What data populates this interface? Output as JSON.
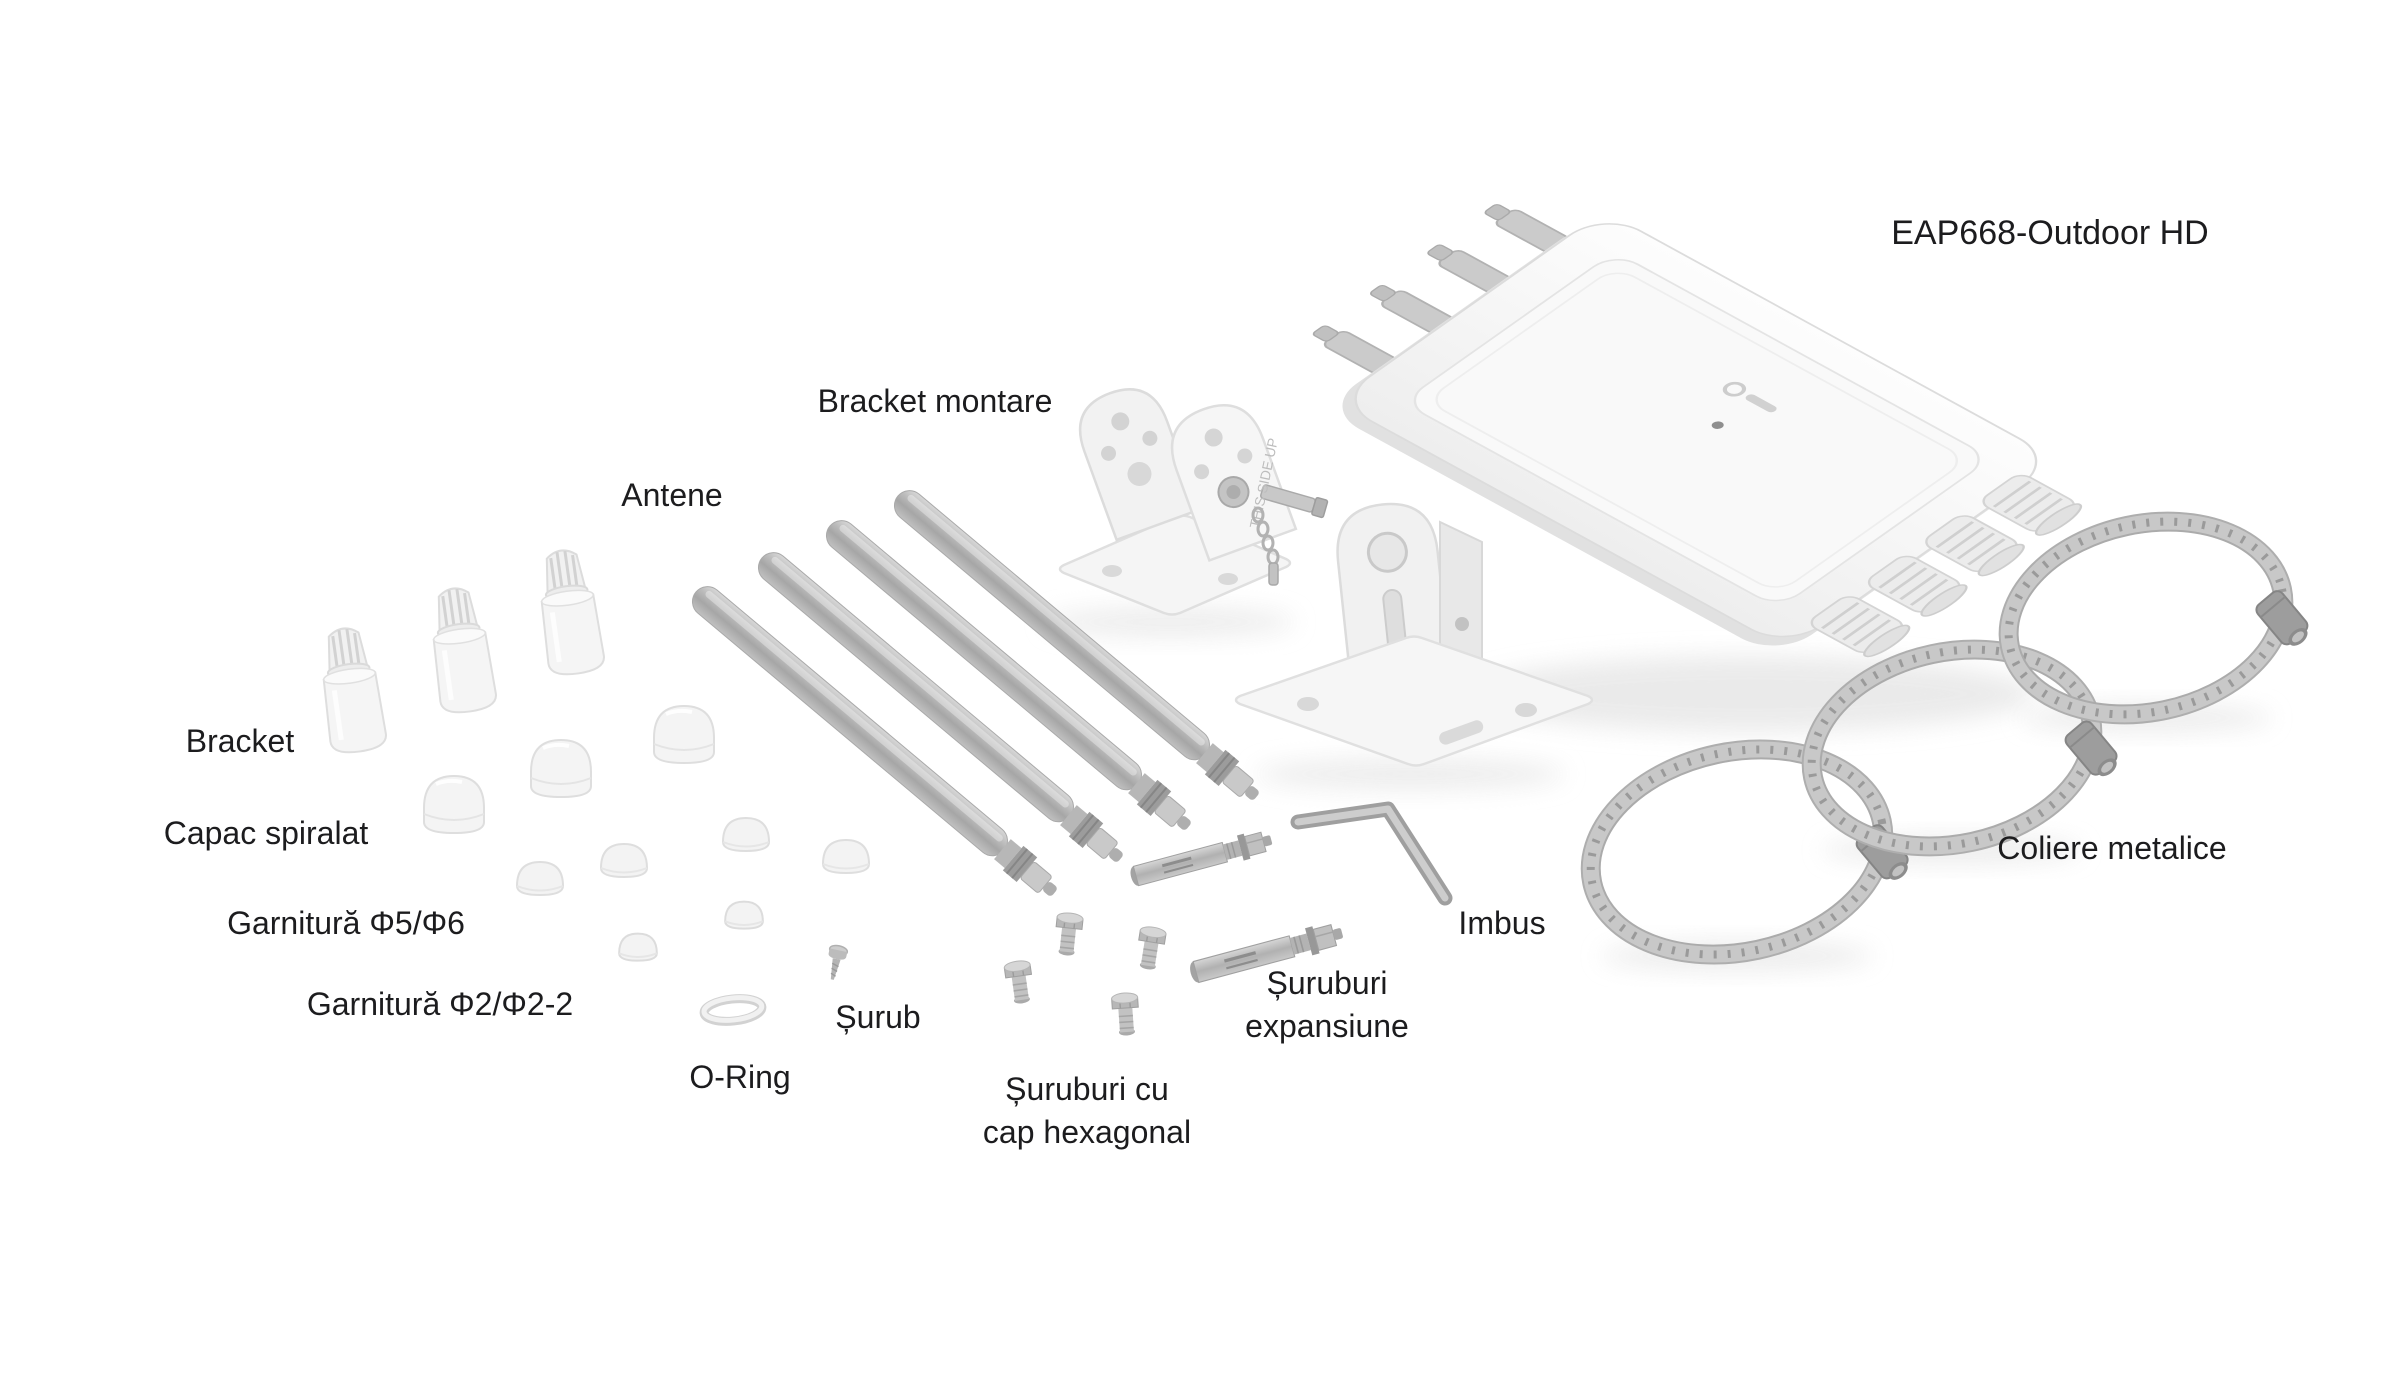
{
  "colors": {
    "background": "#ffffff",
    "label_text": "#1c1c1e",
    "plastic_white": "#f4f4f4",
    "metal_gray": "#b5b5b5"
  },
  "device": {
    "title": "EAP668-Outdoor HD",
    "engraving": "THIS SIDE UP"
  },
  "labels": {
    "bracket_montare": "Bracket montare",
    "antene": "Antene",
    "bracket": "Bracket",
    "capac_spiralat": "Capac spiralat",
    "garnitura_f5_f6": "Garnitură Φ5/Φ6",
    "garnitura_f2": "Garnitură Φ2/Φ2-2",
    "o_ring": "O-Ring",
    "surub": "Șurub",
    "suruburi_hex": {
      "line1": "Șuruburi cu",
      "line2": "cap hexagonal"
    },
    "suruburi_expansiune": {
      "line1": "Șuruburi",
      "line2": "expansiune"
    },
    "imbus": "Imbus",
    "coliere_metalice": "Coliere metalice"
  },
  "quantities": {
    "device": 1,
    "bracket_montare": 2,
    "antene": 4,
    "bracket": 3,
    "capac_spiralat": 3,
    "garnitura_f5_f6": 4,
    "garnitura_f2": 2,
    "o_ring": 1,
    "surub": 1,
    "suruburi_hex": 4,
    "suruburi_expansiune": 2,
    "imbus": 1,
    "coliere_metalice": 3
  }
}
